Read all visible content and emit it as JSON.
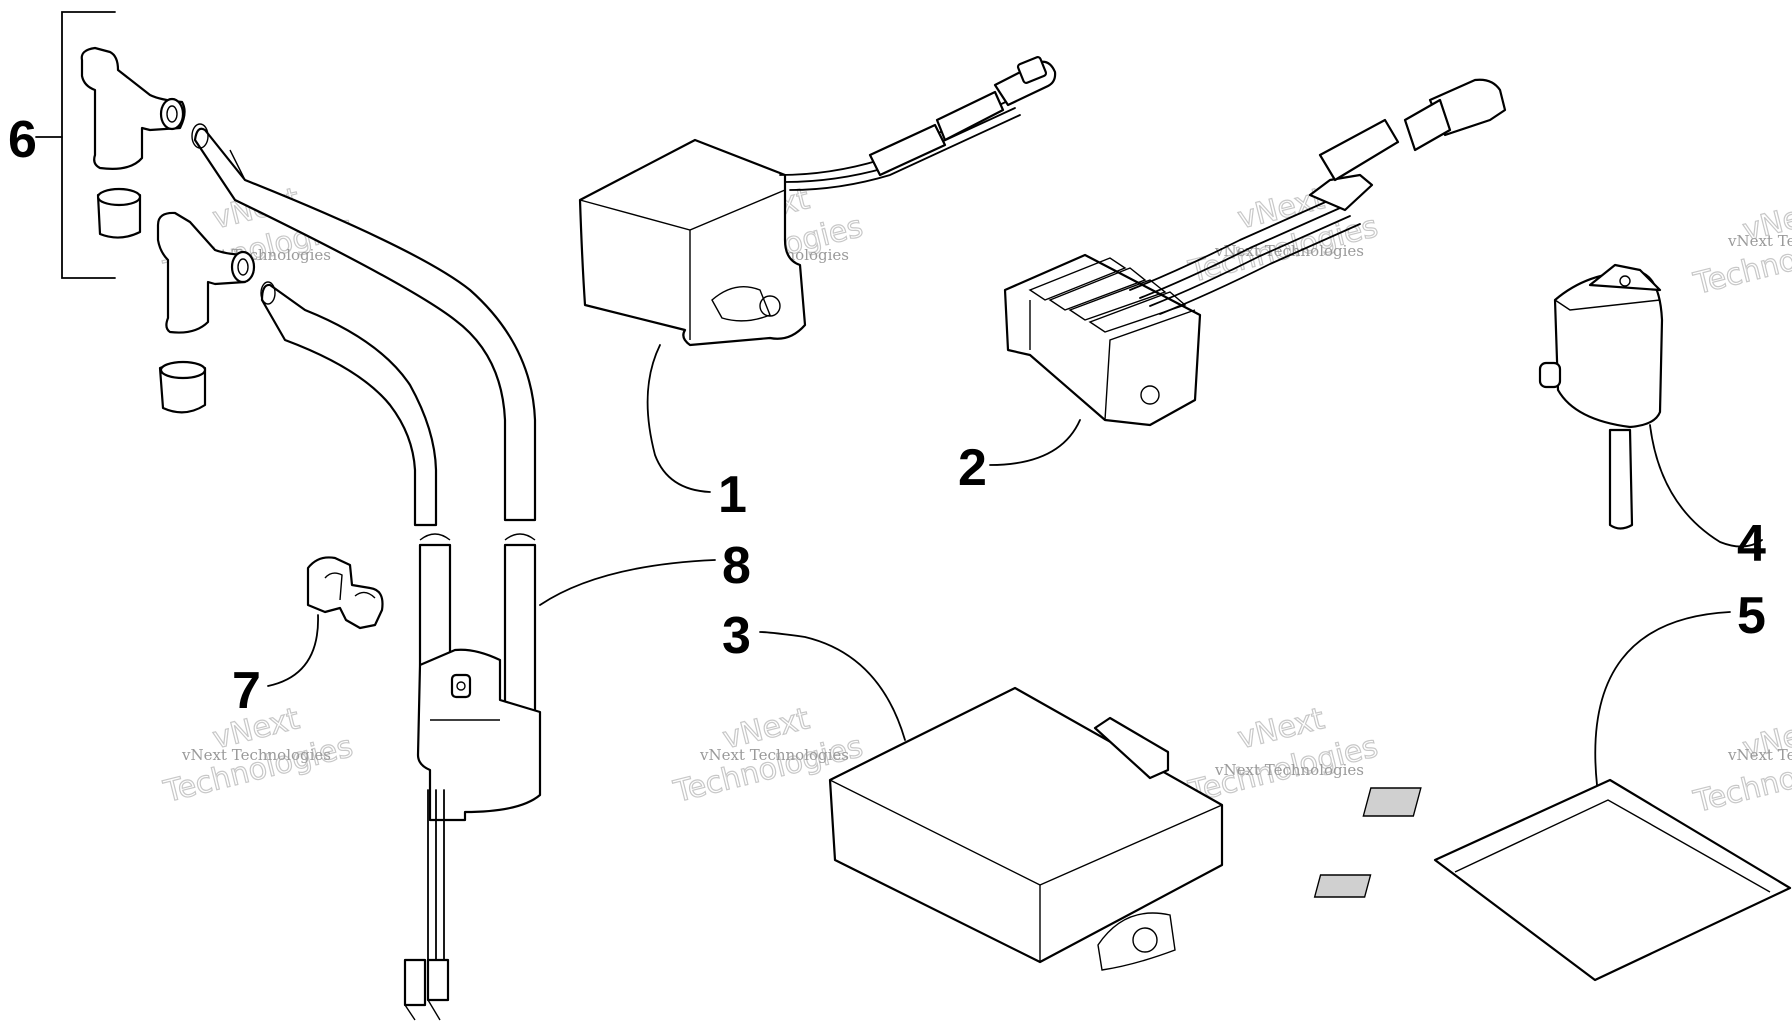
{
  "callouts": {
    "c1": "1",
    "c2": "2",
    "c3": "3",
    "c4": "4",
    "c5": "5",
    "c6": "6",
    "c7": "7",
    "c8": "8"
  },
  "watermark": {
    "company_line": "vNext Technologies",
    "big_line1": "vNext",
    "big_line2": "Technologies"
  }
}
